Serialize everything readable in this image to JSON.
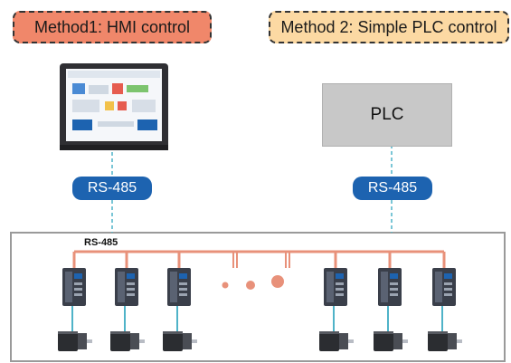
{
  "method1": {
    "label": "Method1: HMI control"
  },
  "method2": {
    "label": "Method 2: Simple PLC control"
  },
  "plc": {
    "label": "PLC"
  },
  "rs485_left": {
    "label": "RS-485"
  },
  "rs485_right": {
    "label": "RS-485"
  },
  "bus": {
    "label": "RS-485"
  },
  "hmi": {
    "name": "hmi-touchscreen"
  },
  "drives": {
    "count": 6,
    "icon": "stepper-driver"
  },
  "motors": {
    "count": 6,
    "icon": "stepper-motor"
  },
  "colors": {
    "method1_bg": "#f0876a",
    "method2_bg": "#fcd9a3",
    "pill_bg": "#1d63b0",
    "bus_line": "#e8917a",
    "cable": "#4fb3c8",
    "frame": "#9a9a9a"
  }
}
